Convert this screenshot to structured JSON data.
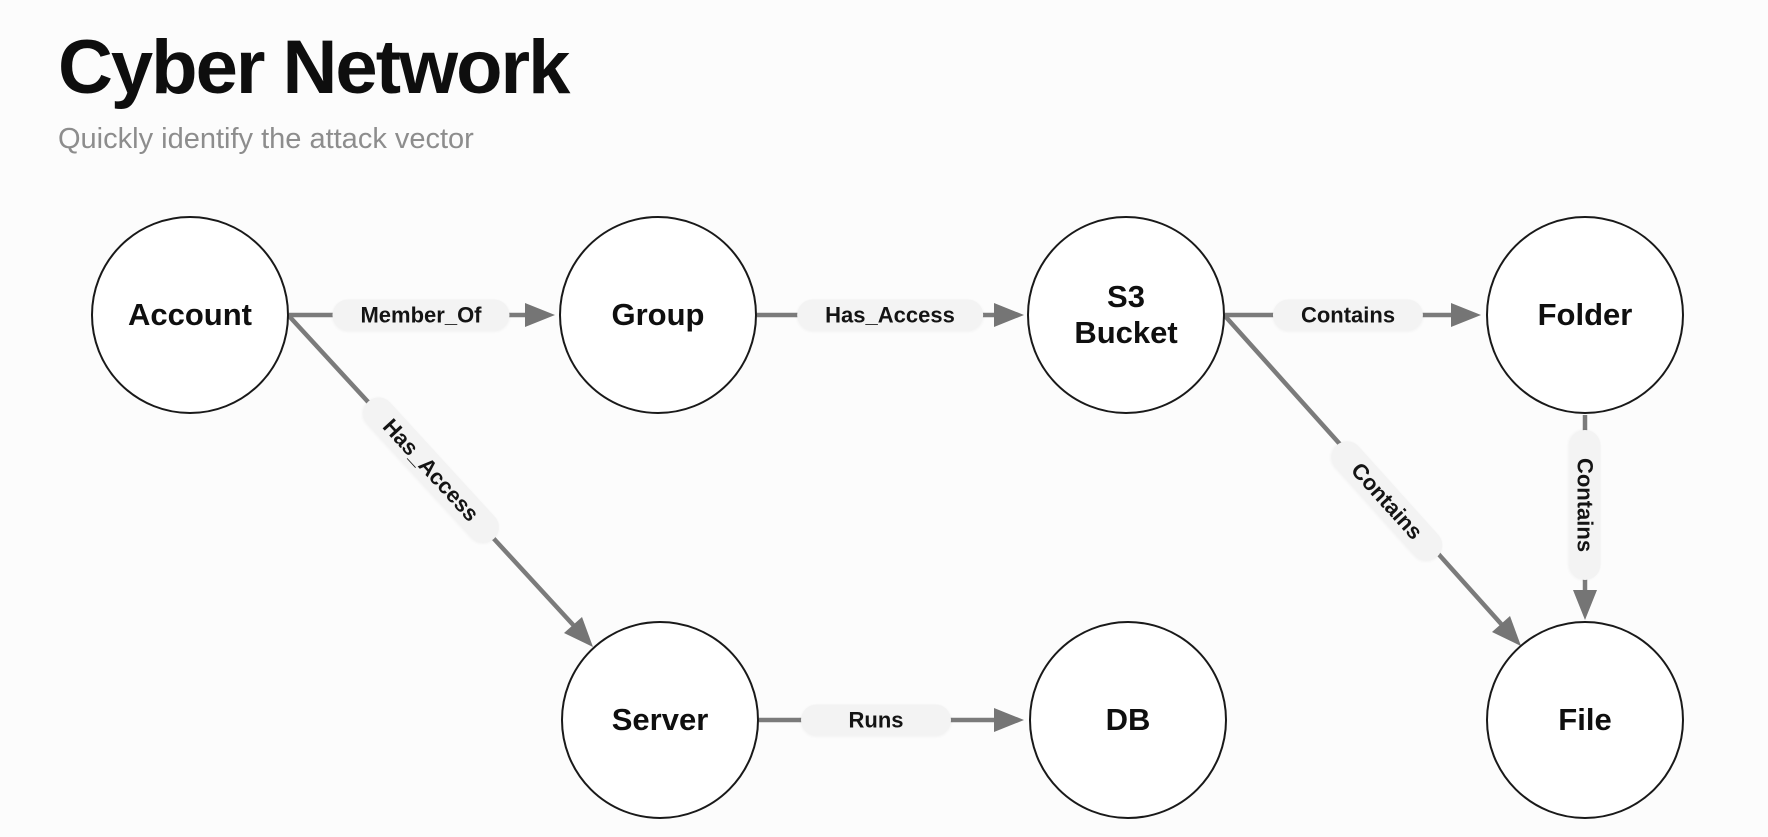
{
  "header": {
    "title": "Cyber Network",
    "subtitle": "Quickly identify the attack vector"
  },
  "graph": {
    "nodes": [
      {
        "id": "account",
        "label": "Account"
      },
      {
        "id": "group",
        "label": "Group"
      },
      {
        "id": "s3-bucket",
        "label": "S3\nBucket"
      },
      {
        "id": "folder",
        "label": "Folder"
      },
      {
        "id": "server",
        "label": "Server"
      },
      {
        "id": "db",
        "label": "DB"
      },
      {
        "id": "file",
        "label": "File"
      }
    ],
    "edges": [
      {
        "from": "account",
        "to": "group",
        "label": "Member_Of"
      },
      {
        "from": "group",
        "to": "s3-bucket",
        "label": "Has_Access"
      },
      {
        "from": "s3-bucket",
        "to": "folder",
        "label": "Contains"
      },
      {
        "from": "account",
        "to": "server",
        "label": "Has_Access"
      },
      {
        "from": "s3-bucket",
        "to": "file",
        "label": "Contains"
      },
      {
        "from": "folder",
        "to": "file",
        "label": "Contains"
      },
      {
        "from": "server",
        "to": "db",
        "label": "Runs"
      }
    ]
  },
  "colors": {
    "background": "#fcfcfc",
    "title": "#0e0e0e",
    "subtitle": "#8d8d8d",
    "node_fill": "#ffffff",
    "node_border": "#191919",
    "edge_line": "#7b7b7b",
    "arrowhead": "#757575",
    "label_pill_bg": "#f3f3f3",
    "label_text": "#141414"
  }
}
